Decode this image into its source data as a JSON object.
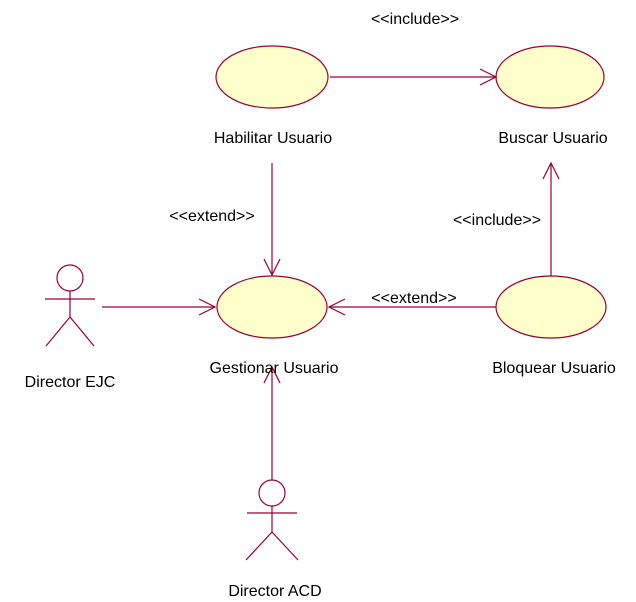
{
  "use_cases": {
    "habilitar": "Habilitar Usuario",
    "buscar": "Buscar Usuario",
    "gestionar": "Gestionar Usuario",
    "bloquear": "Bloquear Usuario"
  },
  "actors": {
    "director_ejc": "Director EJC",
    "director_acd": "Director ACD"
  },
  "stereotypes": {
    "include_top": "<<include>>",
    "include_right": "<<include>>",
    "extend_left": "<<extend>>",
    "extend_middle": "<<extend>>"
  },
  "colors": {
    "line": "#990033",
    "use_case_fill": "#ffffcc",
    "text": "#000000"
  }
}
